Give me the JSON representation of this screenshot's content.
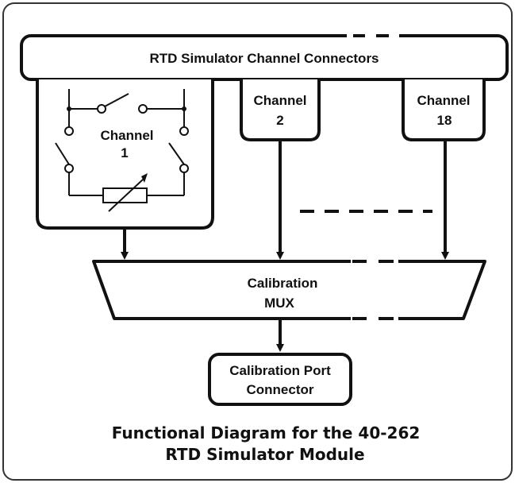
{
  "diagram": {
    "bus_label": "RTD Simulator Channel Connectors",
    "channel1": {
      "line1": "Channel",
      "line2": "1"
    },
    "channel2": {
      "line1": "Channel",
      "line2": "2"
    },
    "channel18": {
      "line1": "Channel",
      "line2": "18"
    },
    "mux": {
      "line1": "Calibration",
      "line2": "MUX"
    },
    "port": {
      "line1": "Calibration Port",
      "line2": "Connector"
    }
  },
  "caption": {
    "line1": "Functional Diagram for the 40-262",
    "line2": "RTD Simulator Module"
  },
  "colors": {
    "stroke": "#111111",
    "background": "#ffffff",
    "border": "#333333"
  }
}
